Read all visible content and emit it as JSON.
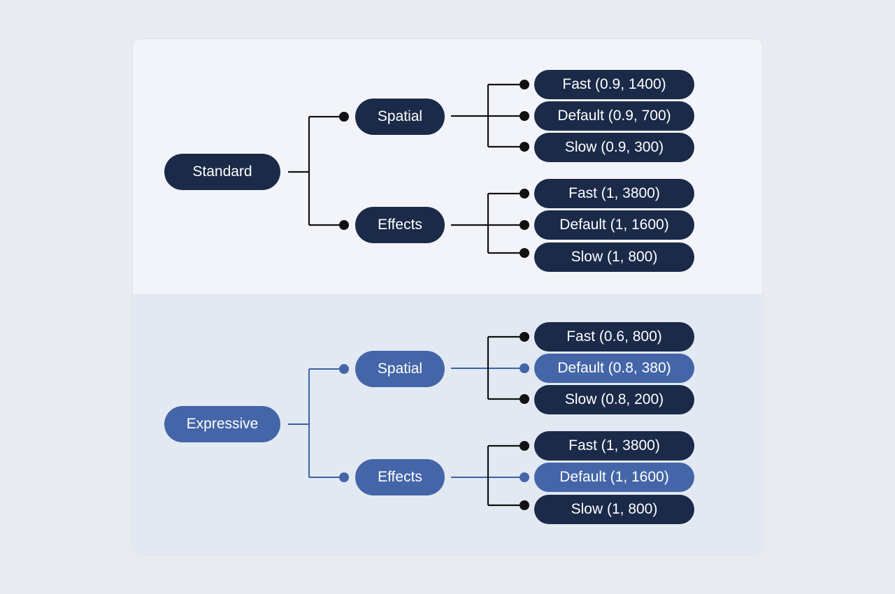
{
  "colors": {
    "dark_node": "#1a2a48",
    "blue_node": "#4466a8",
    "dark_line": "#111111",
    "blue_line": "#3b62a6"
  },
  "trees": [
    {
      "root": "Standard",
      "root_style": "dark",
      "branches": [
        {
          "label": "Spatial",
          "style": "dark",
          "leaves": [
            {
              "label": "Fast (0.9, 1400)",
              "style": "dark"
            },
            {
              "label": "Default (0.9, 700)",
              "style": "dark"
            },
            {
              "label": "Slow (0.9, 300)",
              "style": "dark"
            }
          ]
        },
        {
          "label": "Effects",
          "style": "dark",
          "leaves": [
            {
              "label": "Fast (1, 3800)",
              "style": "dark"
            },
            {
              "label": "Default (1, 1600)",
              "style": "dark"
            },
            {
              "label": "Slow (1, 800)",
              "style": "dark"
            }
          ]
        }
      ]
    },
    {
      "root": "Expressive",
      "root_style": "blue",
      "branches": [
        {
          "label": "Spatial",
          "style": "blue",
          "leaves": [
            {
              "label": "Fast (0.6, 800)",
              "style": "dark"
            },
            {
              "label": "Default (0.8, 380)",
              "style": "blue"
            },
            {
              "label": "Slow (0.8, 200)",
              "style": "dark"
            }
          ]
        },
        {
          "label": "Effects",
          "style": "blue",
          "leaves": [
            {
              "label": "Fast (1, 3800)",
              "style": "dark"
            },
            {
              "label": "Default (1, 1600)",
              "style": "blue"
            },
            {
              "label": "Slow (1, 800)",
              "style": "dark"
            }
          ]
        }
      ]
    }
  ]
}
